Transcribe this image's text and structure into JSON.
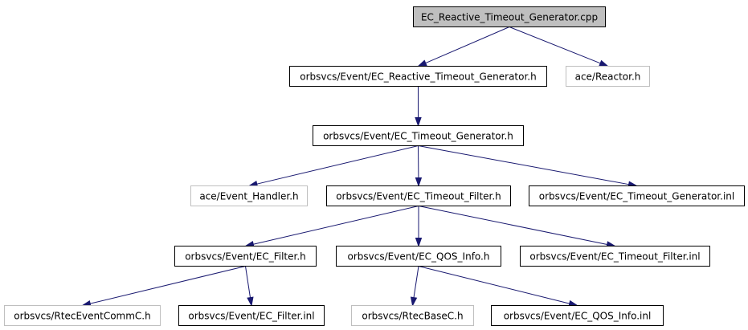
{
  "colors": {
    "edge": "#191970",
    "main_fill": "#bfbfbf",
    "box_border": "#000000",
    "external_border": "#bfbfbf"
  },
  "nodes": {
    "root": "EC_Reactive_Timeout_Generator.cpp",
    "reactive_h": "orbsvcs/Event/EC_Reactive_Timeout_Generator.h",
    "reactor_h": "ace/Reactor.h",
    "timeout_gen_h": "orbsvcs/Event/EC_Timeout_Generator.h",
    "event_handler_h": "ace/Event_Handler.h",
    "timeout_filter_h": "orbsvcs/Event/EC_Timeout_Filter.h",
    "timeout_gen_inl": "orbsvcs/Event/EC_Timeout_Generator.inl",
    "filter_h": "orbsvcs/Event/EC_Filter.h",
    "qos_info_h": "orbsvcs/Event/EC_QOS_Info.h",
    "timeout_filter_inl": "orbsvcs/Event/EC_Timeout_Filter.inl",
    "rtec_event_comm_h": "orbsvcs/RtecEventCommC.h",
    "filter_inl": "orbsvcs/Event/EC_Filter.inl",
    "rtec_base_h": "orbsvcs/RtecBaseC.h",
    "qos_info_inl": "orbsvcs/Event/EC_QOS_Info.inl"
  },
  "edges": [
    [
      "root",
      "reactive_h"
    ],
    [
      "root",
      "reactor_h"
    ],
    [
      "reactive_h",
      "timeout_gen_h"
    ],
    [
      "timeout_gen_h",
      "event_handler_h"
    ],
    [
      "timeout_gen_h",
      "timeout_filter_h"
    ],
    [
      "timeout_gen_h",
      "timeout_gen_inl"
    ],
    [
      "timeout_filter_h",
      "filter_h"
    ],
    [
      "timeout_filter_h",
      "qos_info_h"
    ],
    [
      "timeout_filter_h",
      "timeout_filter_inl"
    ],
    [
      "filter_h",
      "rtec_event_comm_h"
    ],
    [
      "filter_h",
      "filter_inl"
    ],
    [
      "qos_info_h",
      "rtec_base_h"
    ],
    [
      "qos_info_h",
      "qos_info_inl"
    ]
  ]
}
